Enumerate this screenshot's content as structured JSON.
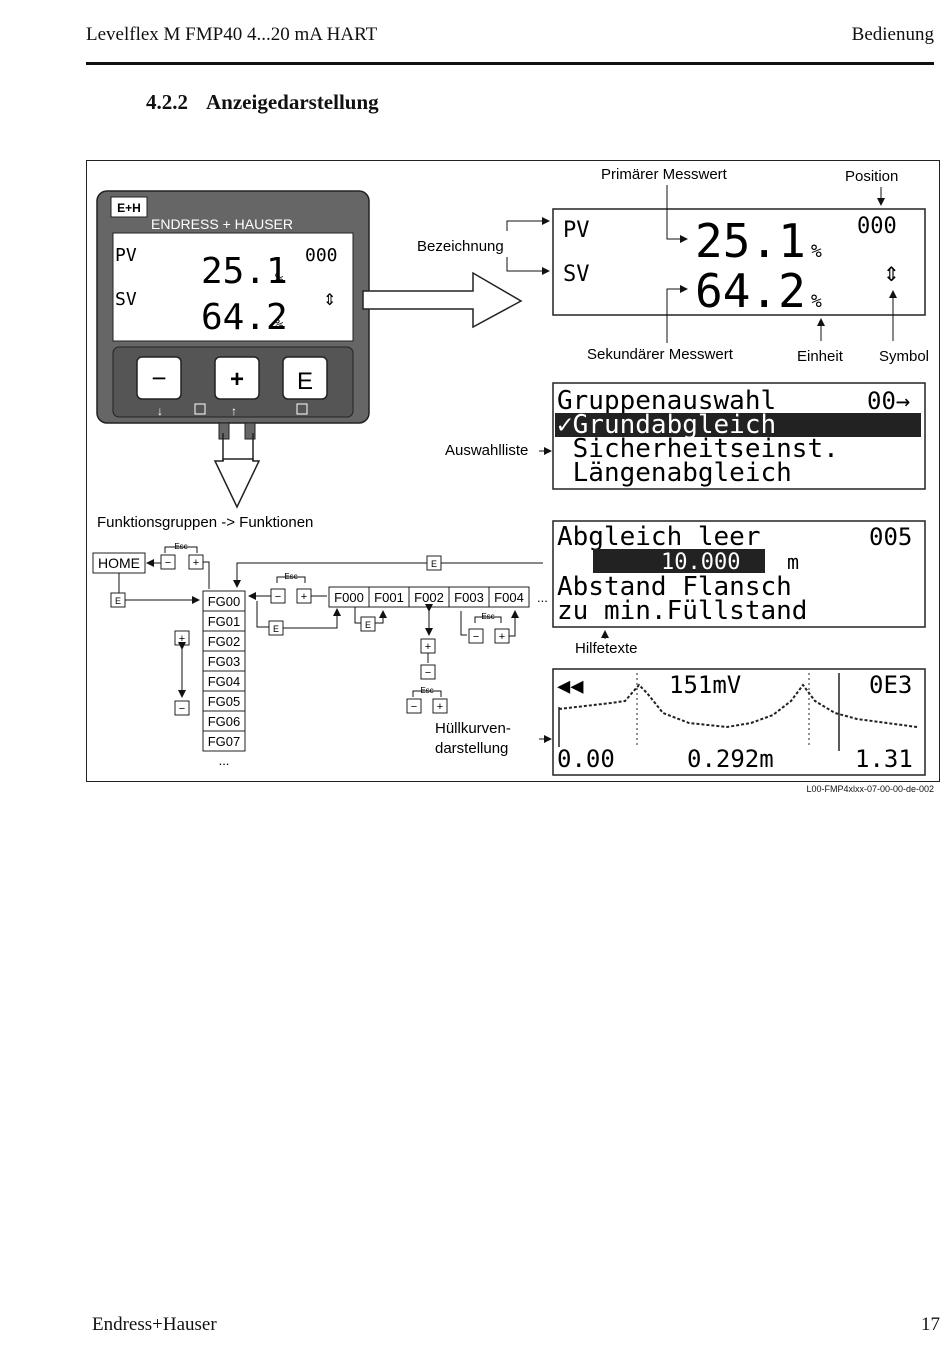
{
  "header": {
    "left": "Levelflex M FMP40 4...20 mA HART",
    "right": "Bedienung"
  },
  "section": {
    "number": "4.2.2",
    "title": "Anzeigedarstellung"
  },
  "footer": {
    "left": "Endress+Hauser",
    "page": "17"
  },
  "figure_code": "L00-FMP4xlxx-07-00-00-de-002",
  "device": {
    "logo": "E+H",
    "brand": "ENDRESS + HAUSER",
    "pv_label": "PV",
    "pv_value": "25.1",
    "pv_unit": "%",
    "position": "000",
    "sv_label": "SV",
    "sv_value": "64.2",
    "sv_unit": "%",
    "key_minus": "−",
    "key_plus": "+",
    "key_e": "E"
  },
  "annotations": {
    "primary": "Primärer Messwert",
    "position": "Position",
    "bezeichnung": "Bezeichnung",
    "secondary": "Sekundärer Messwert",
    "einheit": "Einheit",
    "symbol": "Symbol",
    "auswahlliste": "Auswahlliste",
    "hilfetexte": "Hilfetexte",
    "huellkurve_1": "Hüllkurven-",
    "huellkurve_2": "darstellung",
    "funktionsgruppen": "Funktionsgruppen -> Funktionen"
  },
  "lcd_big": {
    "pv_label": "PV",
    "pv_value": "25.1",
    "pv_unit": "%",
    "position": "000",
    "sv_label": "SV",
    "sv_value": "64.2",
    "sv_unit": "%"
  },
  "lcd_select": {
    "title": "Gruppenauswahl",
    "code": "00→",
    "items": [
      "✓Grundabgleich",
      " Sicherheitseinst.",
      " Längenabgleich"
    ]
  },
  "lcd_help": {
    "title": "Abgleich leer",
    "code": "005",
    "value": "10.000",
    "unit": "m",
    "line1": "Abstand Flansch",
    "line2": "zu min.Füllstand"
  },
  "lcd_curve": {
    "icon": "◀◀",
    "top_value": "151mV",
    "code": "0E3",
    "x_left": "0.00",
    "x_mid": "0.292m",
    "x_right": "1.31"
  },
  "menu": {
    "home": "HOME",
    "esc": "Esc",
    "e": "E",
    "minus": "−",
    "plus": "+",
    "groups": [
      "FG00",
      "FG01",
      "FG02",
      "FG03",
      "FG04",
      "FG05",
      "FG06",
      "FG07"
    ],
    "functions": [
      "F000",
      "F001",
      "F002",
      "F003",
      "F004"
    ],
    "ellipsis": "..."
  }
}
